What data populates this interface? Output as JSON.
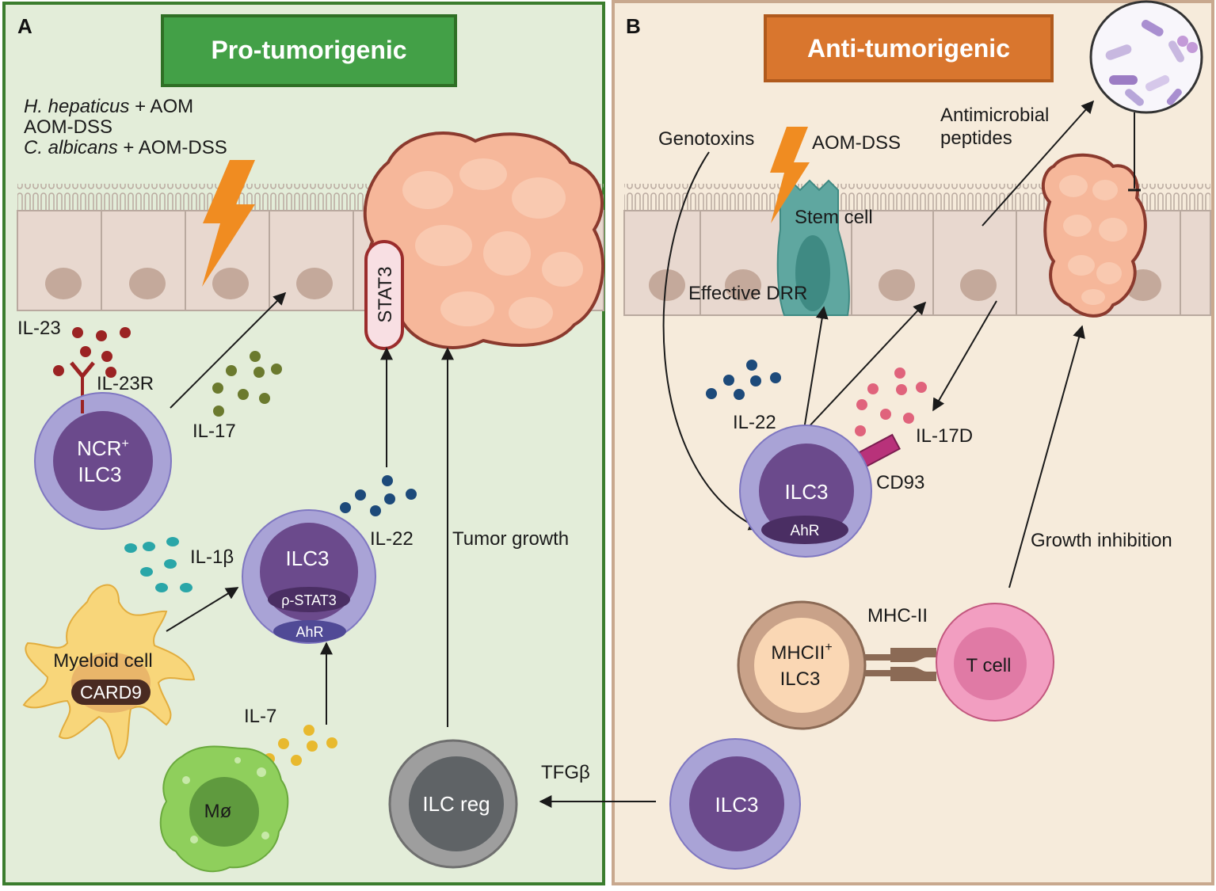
{
  "panel_a": {
    "letter": "A",
    "title": "Pro-tumorigenic",
    "triggers": {
      "line1_italic": "H. hepaticus",
      "line1_rest": " + AOM",
      "line2": "AOM-DSS",
      "line3_italic": "C. albicans",
      "line3_rest": " + AOM-DSS"
    },
    "stat3_label": "STAT3",
    "il23": "IL-23",
    "il23r": "IL-23R",
    "il17": "IL-17",
    "ncr_ilc3": {
      "line1": "NCR",
      "sup": "+",
      "line2": "ILC3"
    },
    "il22": "IL-22",
    "il1b": "IL-1β",
    "ilc3": "ILC3",
    "pstat3": "ρ-STAT3",
    "ahr": "AhR",
    "myeloid": "Myeloid cell",
    "card9": "CARD9",
    "il7": "IL-7",
    "macrophage": "Mø",
    "tumor_growth": "Tumor growth",
    "ilc_reg": "ILC reg",
    "tgfb": "TFGβ"
  },
  "panel_b": {
    "letter": "B",
    "title": "Anti-tumorigenic",
    "genotoxins": "Genotoxins",
    "aom_dss": "AOM-DSS",
    "amp_line1": "Antimicrobial",
    "amp_line2": "peptides",
    "stem_cell": "Stem cell",
    "effective_drr": "Effective DRR",
    "il22": "IL-22",
    "il17d": "IL-17D",
    "cd93": "CD93",
    "ilc3": "ILC3",
    "ahr": "AhR",
    "growth_inhibition": "Growth inhibition",
    "mhc2": "MHC-II",
    "mhcii_ilc3": {
      "line1": "MHCII",
      "sup": "+",
      "line2": "ILC3"
    },
    "tcell": "T cell",
    "ilc3_bottom": "ILC3"
  },
  "colors": {
    "panel_a_bg": "#e3edd9",
    "panel_a_border": "#3b7d2e",
    "panel_a_title": "#43a047",
    "panel_b_bg": "#f6ebdb",
    "panel_b_border": "#c8a88e",
    "panel_b_title": "#d9762e",
    "ilc3_outer": "#a9a3d6",
    "ilc3_inner": "#6b4a8c",
    "tumor": "#f6b79a"
  }
}
